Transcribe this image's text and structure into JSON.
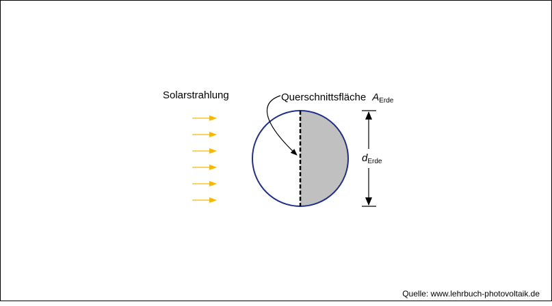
{
  "labels": {
    "radiation": "Solarstrahlung",
    "cross_section": "Querschnittsfläche",
    "area_symbol": "A",
    "area_subscript": "Erde",
    "diameter_symbol": "d",
    "diameter_subscript": "Erde"
  },
  "source": "Quelle: www.lehrbuch-photovoltaik.de",
  "colors": {
    "arrows": "#f5b800",
    "circle_outline": "#1f2f8f",
    "shaded_half": "#c0c0c0",
    "text": "#000000"
  }
}
